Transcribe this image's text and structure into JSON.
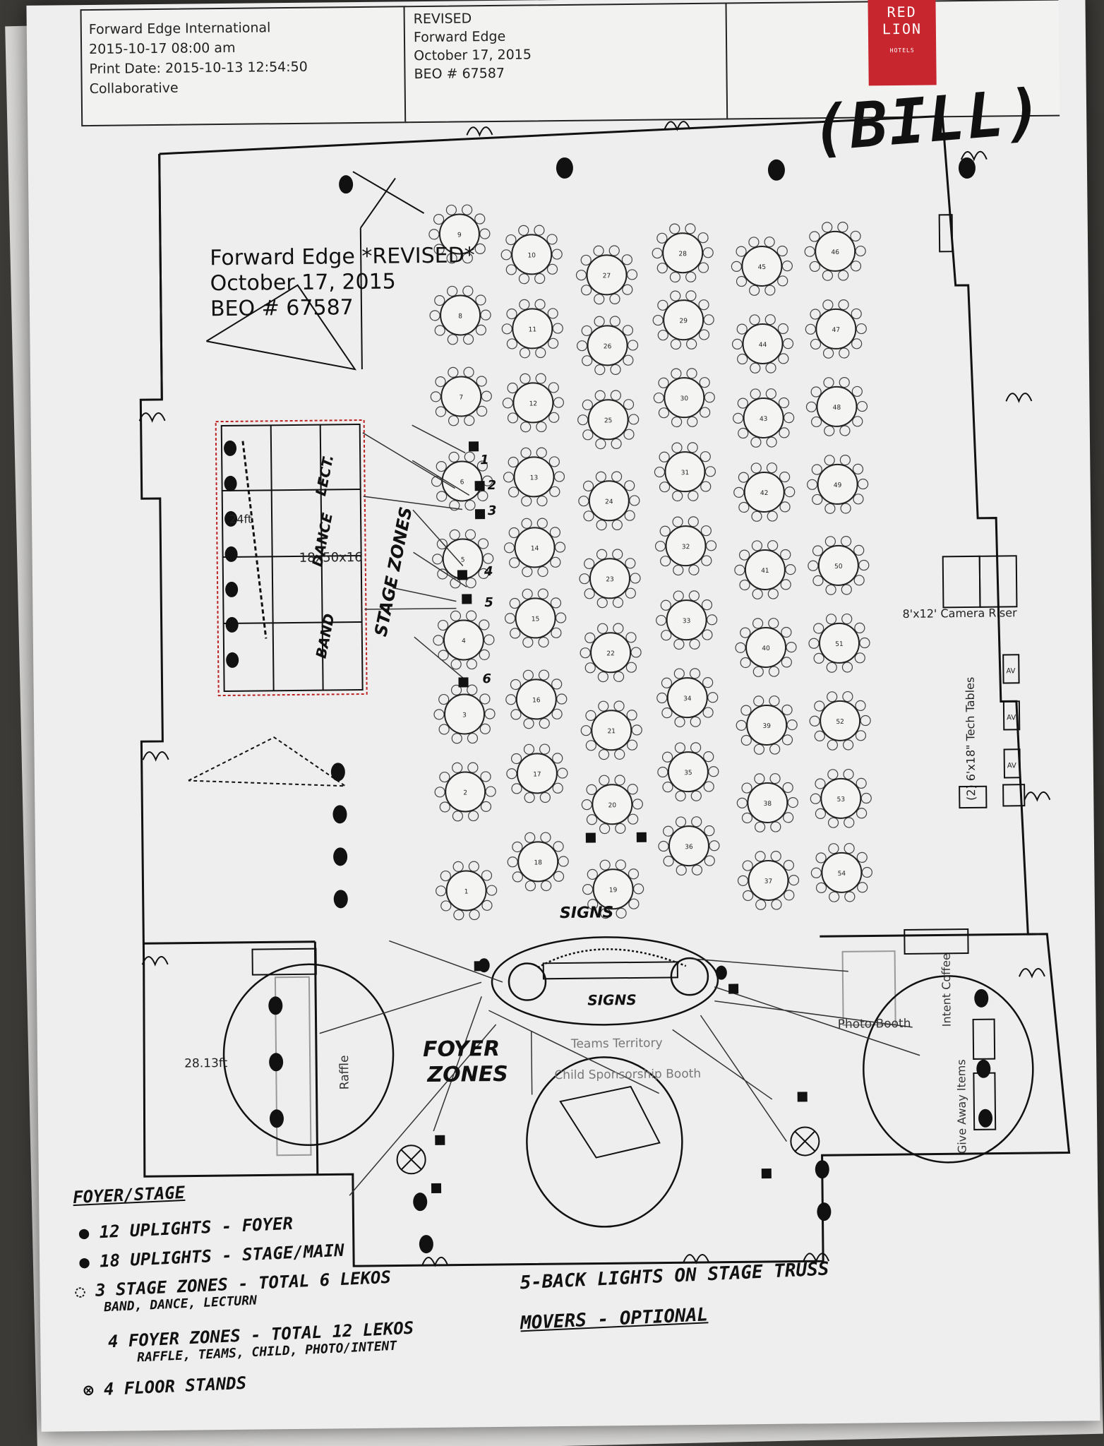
{
  "header": {
    "left": {
      "org": "Forward Edge International",
      "datetime": "2015-10-17 08:00 am",
      "print_date": "Print Date: 2015-10-13 12:54:50",
      "room": "Collaborative"
    },
    "middle": {
      "status": "REVISED",
      "event": "Forward Edge",
      "date": "October 17, 2015",
      "beo": "BEO # 67587"
    },
    "logo": {
      "line1": "RED",
      "line2": "LION",
      "tagline": "HOTELS"
    }
  },
  "handwritten_name": "(BILL)",
  "floorplan": {
    "title_line1": "Forward Edge *REVISED*",
    "title_line2": "October 17, 2015",
    "title_line3": "BEO # 67587",
    "stage_width": "24ft",
    "stage_size": "18x50x16",
    "foyer_width": "28.13ft",
    "labels": {
      "camera_riser": "8'x12' Camera Riser",
      "tech_tables": "(2) 6'x18\" Tech Tables",
      "photo_booth": "Photo Booth",
      "teams_territory": "Teams Territory",
      "child_booth": "Child Sponsorship Booth",
      "raffle": "Raffle",
      "intent_coffee": "Intent Coffee",
      "give_away": "Give Away Items",
      "av": "AV"
    },
    "tables": [
      1,
      2,
      3,
      4,
      5,
      6,
      7,
      8,
      9,
      10,
      11,
      12,
      13,
      14,
      15,
      16,
      17,
      18,
      19,
      20,
      21,
      22,
      23,
      24,
      25,
      26,
      27,
      28,
      29,
      30,
      31,
      32,
      33,
      34,
      35,
      36,
      37,
      38,
      39,
      40,
      41,
      42,
      43,
      44,
      45,
      46,
      47,
      48,
      49,
      50,
      51,
      52,
      53,
      54
    ]
  },
  "annotations": {
    "stage_zones": "STAGE ZONES",
    "band": "BAND",
    "dance": "DANCE",
    "lect": "LECT.",
    "signs_top": "SIGNS",
    "signs_mid": "SIGNS",
    "foyer_zones_1": "FOYER",
    "foyer_zones_2": "ZONES",
    "zone_numbers": [
      "1",
      "2",
      "3",
      "4",
      "5",
      "6"
    ]
  },
  "legend": {
    "title": "FOYER/STAGE",
    "rows": [
      {
        "marker": "●",
        "text": "12 UPLIGHTS - FOYER"
      },
      {
        "marker": "●",
        "text": "18 UPLIGHTS - STAGE/MAIN"
      },
      {
        "marker": "◌",
        "text": "3 STAGE ZONES - TOTAL 6 LEKOS",
        "sub": "BAND, DANCE, LECTURN"
      },
      {
        "marker": "4",
        "text": "FOYER ZONES - TOTAL 12 LEKOS",
        "sub": "RAFFLE, TEAMS, CHILD, PHOTO/INTENT"
      },
      {
        "marker": "⊗",
        "text": "4 FLOOR STANDS"
      }
    ]
  },
  "notes": {
    "back_lights": "5-BACK LIGHTS ON STAGE TRUSS",
    "movers": "MOVERS - OPTIONAL"
  }
}
